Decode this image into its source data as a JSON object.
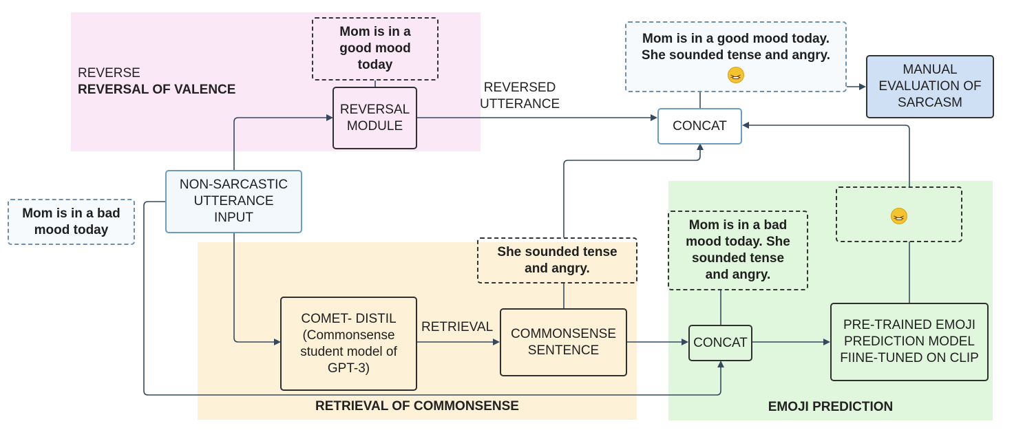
{
  "regions": {
    "reverse": {
      "caption_line1": "REVERSE",
      "caption_line2": "REVERSAL OF VALENCE",
      "color": "#fbe8f6"
    },
    "commonsense": {
      "caption": "RETRIEVAL OF COMMONSENSE",
      "color": "#fdf1d8"
    },
    "emoji": {
      "caption": "EMOJI PREDICTION",
      "color": "#e1f7dd"
    }
  },
  "nodes": {
    "input_example": {
      "line1": "Mom is in a bad",
      "line2": "mood today"
    },
    "input": {
      "line1": "NON-SARCASTIC",
      "line2": "UTTERANCE",
      "line3": "INPUT"
    },
    "reversal_example": {
      "line1": "Mom is in  a",
      "line2": "good mood",
      "line3": "today"
    },
    "reversal_module": {
      "line1": "REVERSAL",
      "line2": "MODULE"
    },
    "comet": {
      "line1": "COMET- DISTIL",
      "line2": "(Commonsense",
      "line3": "student model of",
      "line4": "GPT-3)"
    },
    "commonsense_sentence": {
      "line1": "COMMONSENSE",
      "line2": "SENTENCE"
    },
    "commonsense_example": {
      "line1": "She sounded tense",
      "line2": "and angry."
    },
    "concat_small": {
      "label": "CONCAT"
    },
    "concat_example": {
      "line1": "Mom is in a bad",
      "line2": "mood today. She",
      "line3": "sounded tense",
      "line4": "and angry."
    },
    "emoji_model": {
      "line1": "PRE-TRAINED EMOJI",
      "line2": "PREDICTION MODEL",
      "line3": "FIINE-TUNED ON CLIP"
    },
    "emoji_output": {
      "icon": "tired-face-emoji"
    },
    "concat_main": {
      "label": "CONCAT"
    },
    "final_example": {
      "line1": "Mom is in a good mood today.",
      "line2": "She sounded tense and angry.",
      "icon": "tired-face-emoji"
    },
    "manual": {
      "line1": "MANUAL",
      "line2": "EVALUATION OF",
      "line3": "SARCASM"
    }
  },
  "edges": {
    "reversed_utterance": {
      "line1": "REVERSED",
      "line2": "UTTERANCE"
    },
    "retrieval": "RETRIEVAL"
  }
}
